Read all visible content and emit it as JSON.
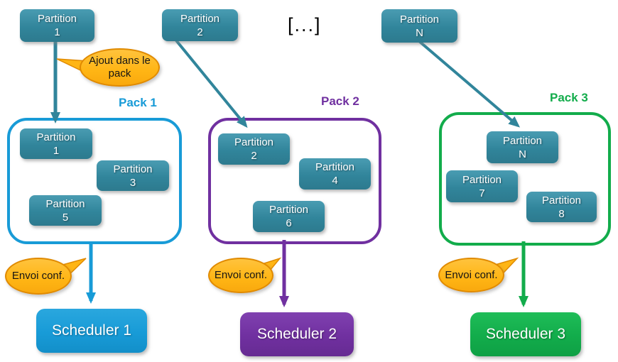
{
  "colors": {
    "partition_teal": "#31859B",
    "pack1_blue": "#189BD7",
    "pack2_purple": "#7030A0",
    "pack3_green": "#12AC4B",
    "callout_orange": "#FFB514",
    "callout_border": "#E08A00"
  },
  "top_row": {
    "partitions": [
      {
        "name": "Partition",
        "num": "1"
      },
      {
        "name": "Partition",
        "num": "2"
      },
      {
        "name": "Partition",
        "num": "N"
      }
    ],
    "ellipsis": "[...]"
  },
  "callouts": {
    "ajout": "Ajout dans le pack",
    "envoi1": "Envoi conf.",
    "envoi2": "Envoi conf.",
    "envoi3": "Envoi conf."
  },
  "packs": [
    {
      "label": "Pack 1",
      "partitions": [
        {
          "name": "Partition",
          "num": "1"
        },
        {
          "name": "Partition",
          "num": "3"
        },
        {
          "name": "Partition",
          "num": "5"
        }
      ],
      "scheduler": "Scheduler 1"
    },
    {
      "label": "Pack 2",
      "partitions": [
        {
          "name": "Partition",
          "num": "2"
        },
        {
          "name": "Partition",
          "num": "4"
        },
        {
          "name": "Partition",
          "num": "6"
        }
      ],
      "scheduler": "Scheduler 2"
    },
    {
      "label": "Pack 3",
      "partitions": [
        {
          "name": "Partition",
          "num": "N"
        },
        {
          "name": "Partition",
          "num": "7"
        },
        {
          "name": "Partition",
          "num": "8"
        }
      ],
      "scheduler": "Scheduler 3"
    }
  ]
}
